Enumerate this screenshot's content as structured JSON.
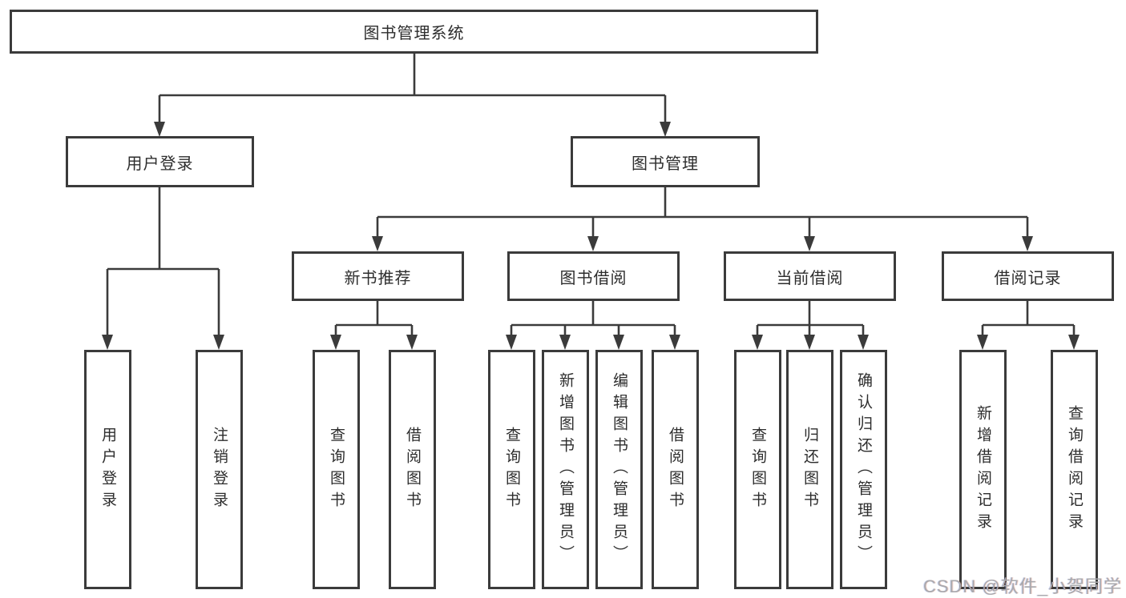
{
  "diagram": {
    "type": "hierarchy-tree",
    "colors": {
      "background": "#ffffff",
      "box_border": "#3b3b3b",
      "connector_line": "#3b3b3b",
      "text": "#2d2d2d",
      "watermark_text": "#a9a9ad"
    },
    "nodes": {
      "root": {
        "label": "图书管理系统"
      },
      "level2": [
        {
          "label": "用户登录"
        },
        {
          "label": "图书管理"
        }
      ],
      "level3": [
        {
          "label": "新书推荐"
        },
        {
          "label": "图书借阅"
        },
        {
          "label": "当前借阅"
        },
        {
          "label": "借阅记录"
        }
      ],
      "leaves": [
        {
          "label": "用户登录",
          "parent": "用户登录"
        },
        {
          "label": "注销登录",
          "parent": "用户登录"
        },
        {
          "label": "查询图书",
          "parent": "新书推荐"
        },
        {
          "label": "借阅图书",
          "parent": "新书推荐"
        },
        {
          "label": "查询图书",
          "parent": "图书借阅"
        },
        {
          "label": "新增图书（管理员）",
          "parent": "图书借阅"
        },
        {
          "label": "编辑图书（管理员）",
          "parent": "图书借阅"
        },
        {
          "label": "借阅图书",
          "parent": "图书借阅"
        },
        {
          "label": "查询图书",
          "parent": "当前借阅"
        },
        {
          "label": "归还图书",
          "parent": "当前借阅"
        },
        {
          "label": "确认归还（管理员）",
          "parent": "当前借阅"
        },
        {
          "label": "新增借阅记录",
          "parent": "借阅记录"
        },
        {
          "label": "查询借阅记录",
          "parent": "借阅记录"
        }
      ]
    },
    "watermark": {
      "text": "CSDN @软件_小贺同学"
    }
  }
}
